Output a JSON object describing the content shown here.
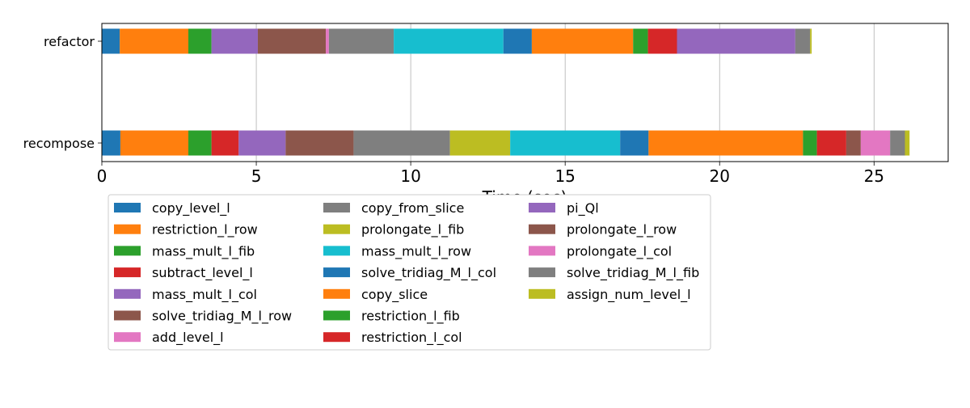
{
  "chart_data": {
    "type": "bar",
    "orientation": "horizontal",
    "stacked": true,
    "title": "",
    "xlabel": "Time (sec)",
    "ylabel": "",
    "xlim": [
      0,
      27.4
    ],
    "xticks": [
      0,
      5,
      10,
      15,
      20,
      25
    ],
    "grid": "vertical",
    "legend_position": "bottom",
    "rows": [
      "refactor",
      "recompose"
    ],
    "legend": [
      {
        "label": "copy_level_l",
        "color": "#1f77b4"
      },
      {
        "label": "restriction_l_row",
        "color": "#ff7f0e"
      },
      {
        "label": "mass_mult_l_fib",
        "color": "#2ca02c"
      },
      {
        "label": "subtract_level_l",
        "color": "#d62728"
      },
      {
        "label": "mass_mult_l_col",
        "color": "#9467bd"
      },
      {
        "label": "solve_tridiag_M_l_row",
        "color": "#8c564b"
      },
      {
        "label": "add_level_l",
        "color": "#e377c2"
      },
      {
        "label": "copy_from_slice",
        "color": "#7f7f7f"
      },
      {
        "label": "prolongate_l_fib",
        "color": "#bcbd22"
      },
      {
        "label": "mass_mult_l_row",
        "color": "#17becf"
      },
      {
        "label": "solve_tridiag_M_l_col",
        "color": "#1f77b4"
      },
      {
        "label": "copy_slice",
        "color": "#ff7f0e"
      },
      {
        "label": "restriction_l_fib",
        "color": "#2ca02c"
      },
      {
        "label": "restriction_l_col",
        "color": "#d62728"
      },
      {
        "label": "pi_Ql",
        "color": "#9467bd"
      },
      {
        "label": "prolongate_l_row",
        "color": "#8c564b"
      },
      {
        "label": "prolongate_l_col",
        "color": "#e377c2"
      },
      {
        "label": "solve_tridiag_M_l_fib",
        "color": "#7f7f7f"
      },
      {
        "label": "assign_num_level_l",
        "color": "#bcbd22"
      }
    ],
    "segments": {
      "refactor": [
        {
          "color": "#1f77b4",
          "start": 0.0,
          "end": 0.58
        },
        {
          "color": "#ff7f0e",
          "start": 0.58,
          "end": 2.8
        },
        {
          "color": "#2ca02c",
          "start": 2.8,
          "end": 3.55
        },
        {
          "color": "#9467bd",
          "start": 3.55,
          "end": 5.05
        },
        {
          "color": "#8c564b",
          "start": 5.05,
          "end": 7.25
        },
        {
          "color": "#e377c2",
          "start": 7.25,
          "end": 7.35
        },
        {
          "color": "#7f7f7f",
          "start": 7.35,
          "end": 9.45
        },
        {
          "color": "#17becf",
          "start": 9.45,
          "end": 13.0
        },
        {
          "color": "#1f77b4",
          "start": 13.0,
          "end": 13.92
        },
        {
          "color": "#ff7f0e",
          "start": 13.92,
          "end": 17.2
        },
        {
          "color": "#2ca02c",
          "start": 17.2,
          "end": 17.68
        },
        {
          "color": "#d62728",
          "start": 17.68,
          "end": 18.62
        },
        {
          "color": "#9467bd",
          "start": 18.62,
          "end": 22.45
        },
        {
          "color": "#7f7f7f",
          "start": 22.45,
          "end": 22.93
        },
        {
          "color": "#bcbd22",
          "start": 22.93,
          "end": 22.98
        }
      ],
      "recompose": [
        {
          "color": "#1f77b4",
          "start": 0.0,
          "end": 0.6
        },
        {
          "color": "#ff7f0e",
          "start": 0.6,
          "end": 2.8
        },
        {
          "color": "#2ca02c",
          "start": 2.8,
          "end": 3.55
        },
        {
          "color": "#d62728",
          "start": 3.55,
          "end": 4.43
        },
        {
          "color": "#9467bd",
          "start": 4.43,
          "end": 5.95
        },
        {
          "color": "#8c564b",
          "start": 5.95,
          "end": 8.15
        },
        {
          "color": "#7f7f7f",
          "start": 8.15,
          "end": 11.27
        },
        {
          "color": "#bcbd22",
          "start": 11.27,
          "end": 13.22
        },
        {
          "color": "#17becf",
          "start": 13.22,
          "end": 16.78
        },
        {
          "color": "#1f77b4",
          "start": 16.78,
          "end": 17.7
        },
        {
          "color": "#ff7f0e",
          "start": 17.7,
          "end": 22.7
        },
        {
          "color": "#2ca02c",
          "start": 22.7,
          "end": 23.15
        },
        {
          "color": "#d62728",
          "start": 23.15,
          "end": 24.1
        },
        {
          "color": "#8c564b",
          "start": 24.1,
          "end": 24.57
        },
        {
          "color": "#e377c2",
          "start": 24.57,
          "end": 25.52
        },
        {
          "color": "#7f7f7f",
          "start": 25.52,
          "end": 26.0
        },
        {
          "color": "#bcbd22",
          "start": 26.0,
          "end": 26.15
        }
      ]
    }
  }
}
